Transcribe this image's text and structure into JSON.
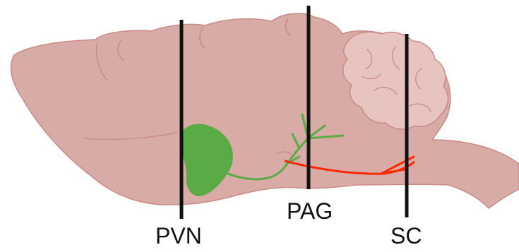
{
  "diagram": {
    "labels": {
      "pvn": "PVN",
      "pag": "PAG",
      "sc": "SC"
    },
    "colors": {
      "brain_fill": "#d9aba6",
      "brain_outline": "#c98a86",
      "cerebellum_fill": "#e8c4c1",
      "pvn_nucleus": "#5aab45",
      "green_projection": "#5aab45",
      "red_projection": "#ff2a00",
      "section_line": "#111111",
      "label_text": "#111111"
    }
  }
}
